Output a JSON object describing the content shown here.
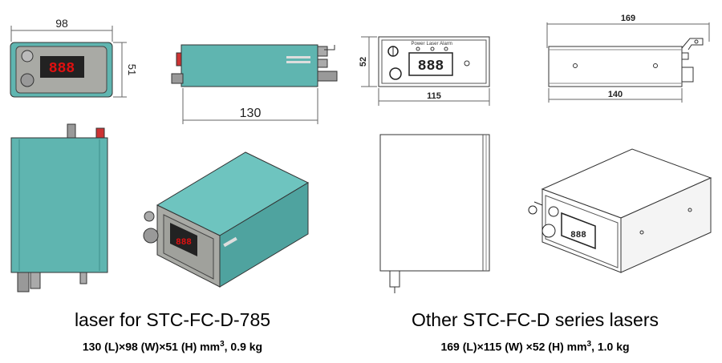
{
  "left": {
    "title": "laser for STC-FC-D-785",
    "spec": {
      "prefix": "130 (L)×98 (W)×51 (H) mm",
      "sup": "3",
      "suffix": ", 0.9 kg"
    },
    "dims": {
      "width": "98",
      "height": "51",
      "length": "130"
    },
    "display": "888"
  },
  "right": {
    "title": "Other STC-FC-D series lasers",
    "spec": {
      "prefix": "169 (L)×115 (W) ×52 (H) mm",
      "sup": "3",
      "suffix": ", 1.0 kg"
    },
    "dims": {
      "length_top": "169",
      "height": "52",
      "width": "115",
      "body_length": "140"
    },
    "display": "888",
    "panel_labels": [
      "Power",
      "Laser",
      "Alarm"
    ]
  },
  "colors": {
    "teal": "#5fb5b0",
    "teal_dark": "#3f8f8b",
    "panel_gray": "#a9aaa5",
    "display_red": "#e01010"
  }
}
